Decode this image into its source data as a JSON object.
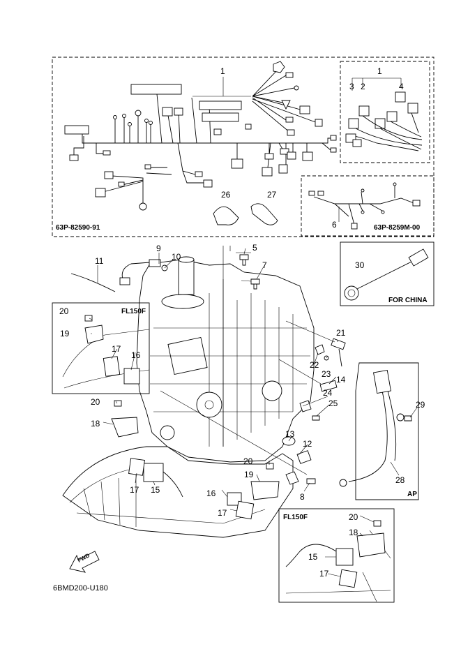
{
  "diagram": {
    "callouts": [
      "1",
      "2",
      "3",
      "4",
      "5",
      "6",
      "7",
      "8",
      "9",
      "10",
      "11",
      "12",
      "13",
      "14",
      "15",
      "16",
      "17",
      "18",
      "19",
      "20",
      "21",
      "22",
      "23",
      "24",
      "25",
      "26",
      "27",
      "28",
      "29",
      "30"
    ],
    "codes": {
      "main_harness": "63P-82590-91",
      "sub_harness": "63P-8259M-00",
      "figure_id": "6BMD200-U180"
    },
    "tags": {
      "fl150f_left": "FL150F",
      "fl150f_right": "FL150F",
      "for_china": "FOR CHINA",
      "ap": "AP",
      "fwd": "FWD"
    }
  }
}
